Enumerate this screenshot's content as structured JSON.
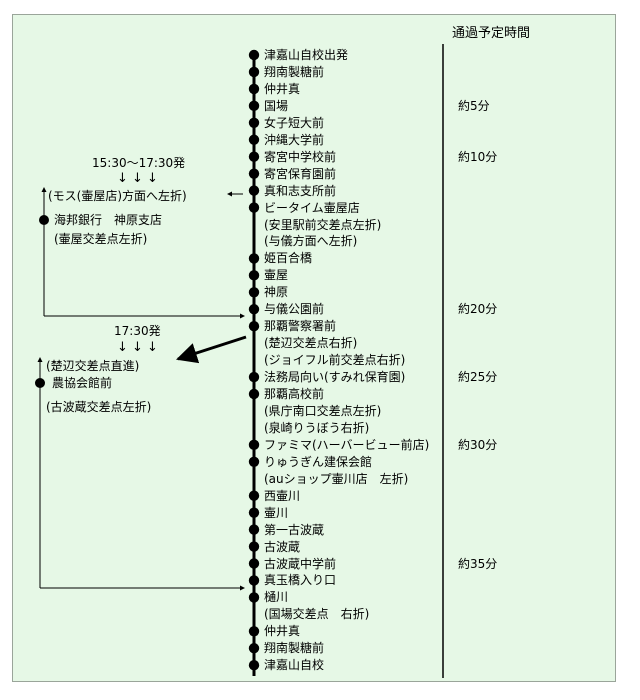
{
  "header": "通過予定時間",
  "stops": [
    "津嘉山自校出発",
    "翔南製糖前",
    "仲井真",
    "国場",
    "女子短大前",
    "沖縄大学前",
    "寄宮中学校前",
    "寄宮保育園前",
    "真和志支所前",
    "ビータイム壷屋店",
    "(安里駅前交差点左折)",
    "(与儀方面へ左折)",
    "姫百合橋",
    "壷屋",
    "神原",
    "与儀公園前",
    "那覇警察署前",
    "(楚辺交差点右折)",
    "(ジョイフル前交差点右折)",
    "法務局向い(すみれ保育園)",
    "那覇高校前",
    "(県庁南口交差点左折)",
    "(泉崎りうぼう右折)",
    "ファミマ(ハーバービュー前店)",
    "りゅうぎん建保会館",
    "(auショップ壷川店　左折)",
    "西壷川",
    "壷川",
    "第一古波蔵",
    "古波蔵",
    "古波蔵中学前",
    "真玉橋入り口",
    "樋川",
    "(国場交差点　右折)",
    "仲井真",
    "翔南製糖前",
    "津嘉山自校"
  ],
  "times": [
    {
      "row": 3,
      "label": "約5分"
    },
    {
      "row": 6,
      "label": "約10分"
    },
    {
      "row": 15,
      "label": "約20分"
    },
    {
      "row": 19,
      "label": "約25分"
    },
    {
      "row": 23,
      "label": "約30分"
    },
    {
      "row": 30,
      "label": "約35分"
    }
  ],
  "branch1": {
    "time": "15:30～17:30発",
    "arrows": "↓ ↓ ↓",
    "line1": "(モス(壷屋店)方面へ左折)",
    "line2": "海邦銀行　神原支店",
    "line3": "(壷屋交差点左折)"
  },
  "branch2": {
    "time": "17:30発",
    "arrows": "↓ ↓ ↓",
    "line1": "(楚辺交差点直進)",
    "line2": "農協会館前",
    "line3": "(古波蔵交差点左折)"
  }
}
